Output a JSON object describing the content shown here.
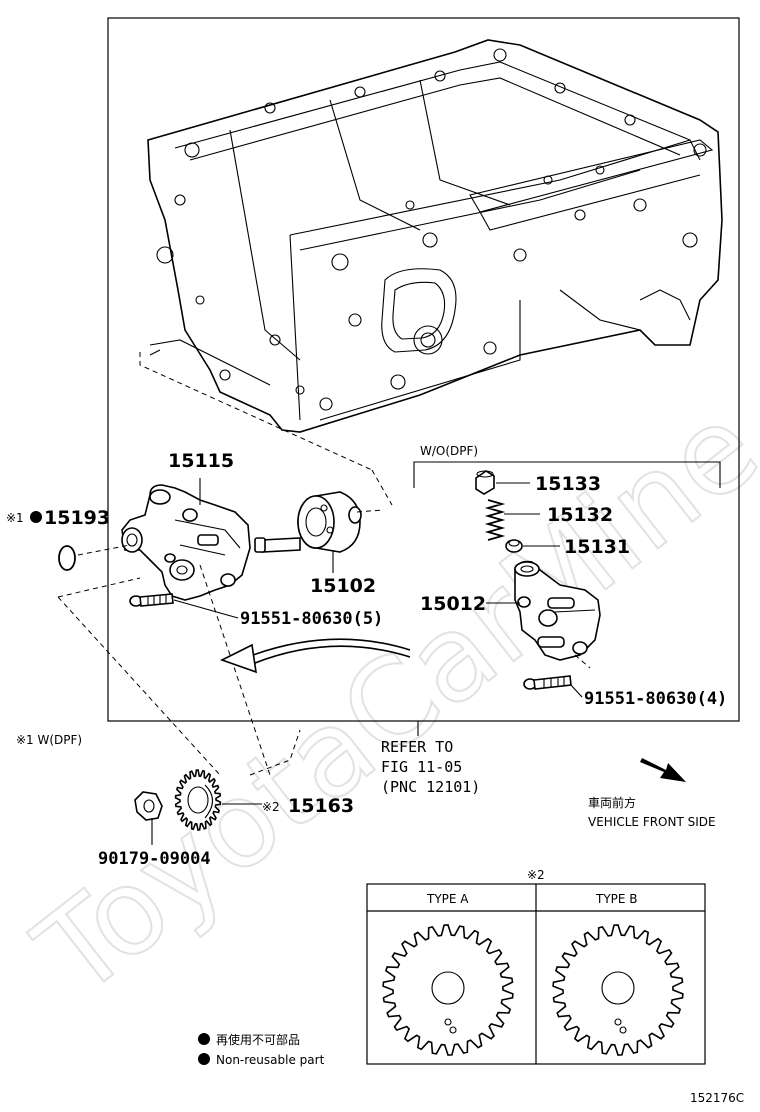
{
  "callouts": {
    "p15115": "15115",
    "p15193_mark": "※1",
    "p15193": "15193",
    "p15102": "15102",
    "bolt_a": "91551-80630(5)",
    "wo_dpf": "W/O(DPF)",
    "p15133": "15133",
    "p15132": "15132",
    "p15131": "15131",
    "p15012": "15012",
    "bolt_b": "91551-80630(4)",
    "w_dpf_note": "※1 W(DPF)",
    "p15163_mark": "※2",
    "p15163": "15163",
    "nut": "90179-09004"
  },
  "refer": {
    "line1": "REFER TO",
    "line2": "FIG 11-05",
    "line3": "(PNC 12101)"
  },
  "vehicle_front": {
    "jp": "車両前方",
    "en": "VEHICLE FRONT SIDE"
  },
  "type_table": {
    "mark": "※2",
    "col_a": "TYPE A",
    "col_b": "TYPE B"
  },
  "legend": {
    "jp": "再使用不可部品",
    "en": "Non-reusable part"
  },
  "watermark": "ToyotaCarMine.ru",
  "figure_id": "152176C"
}
